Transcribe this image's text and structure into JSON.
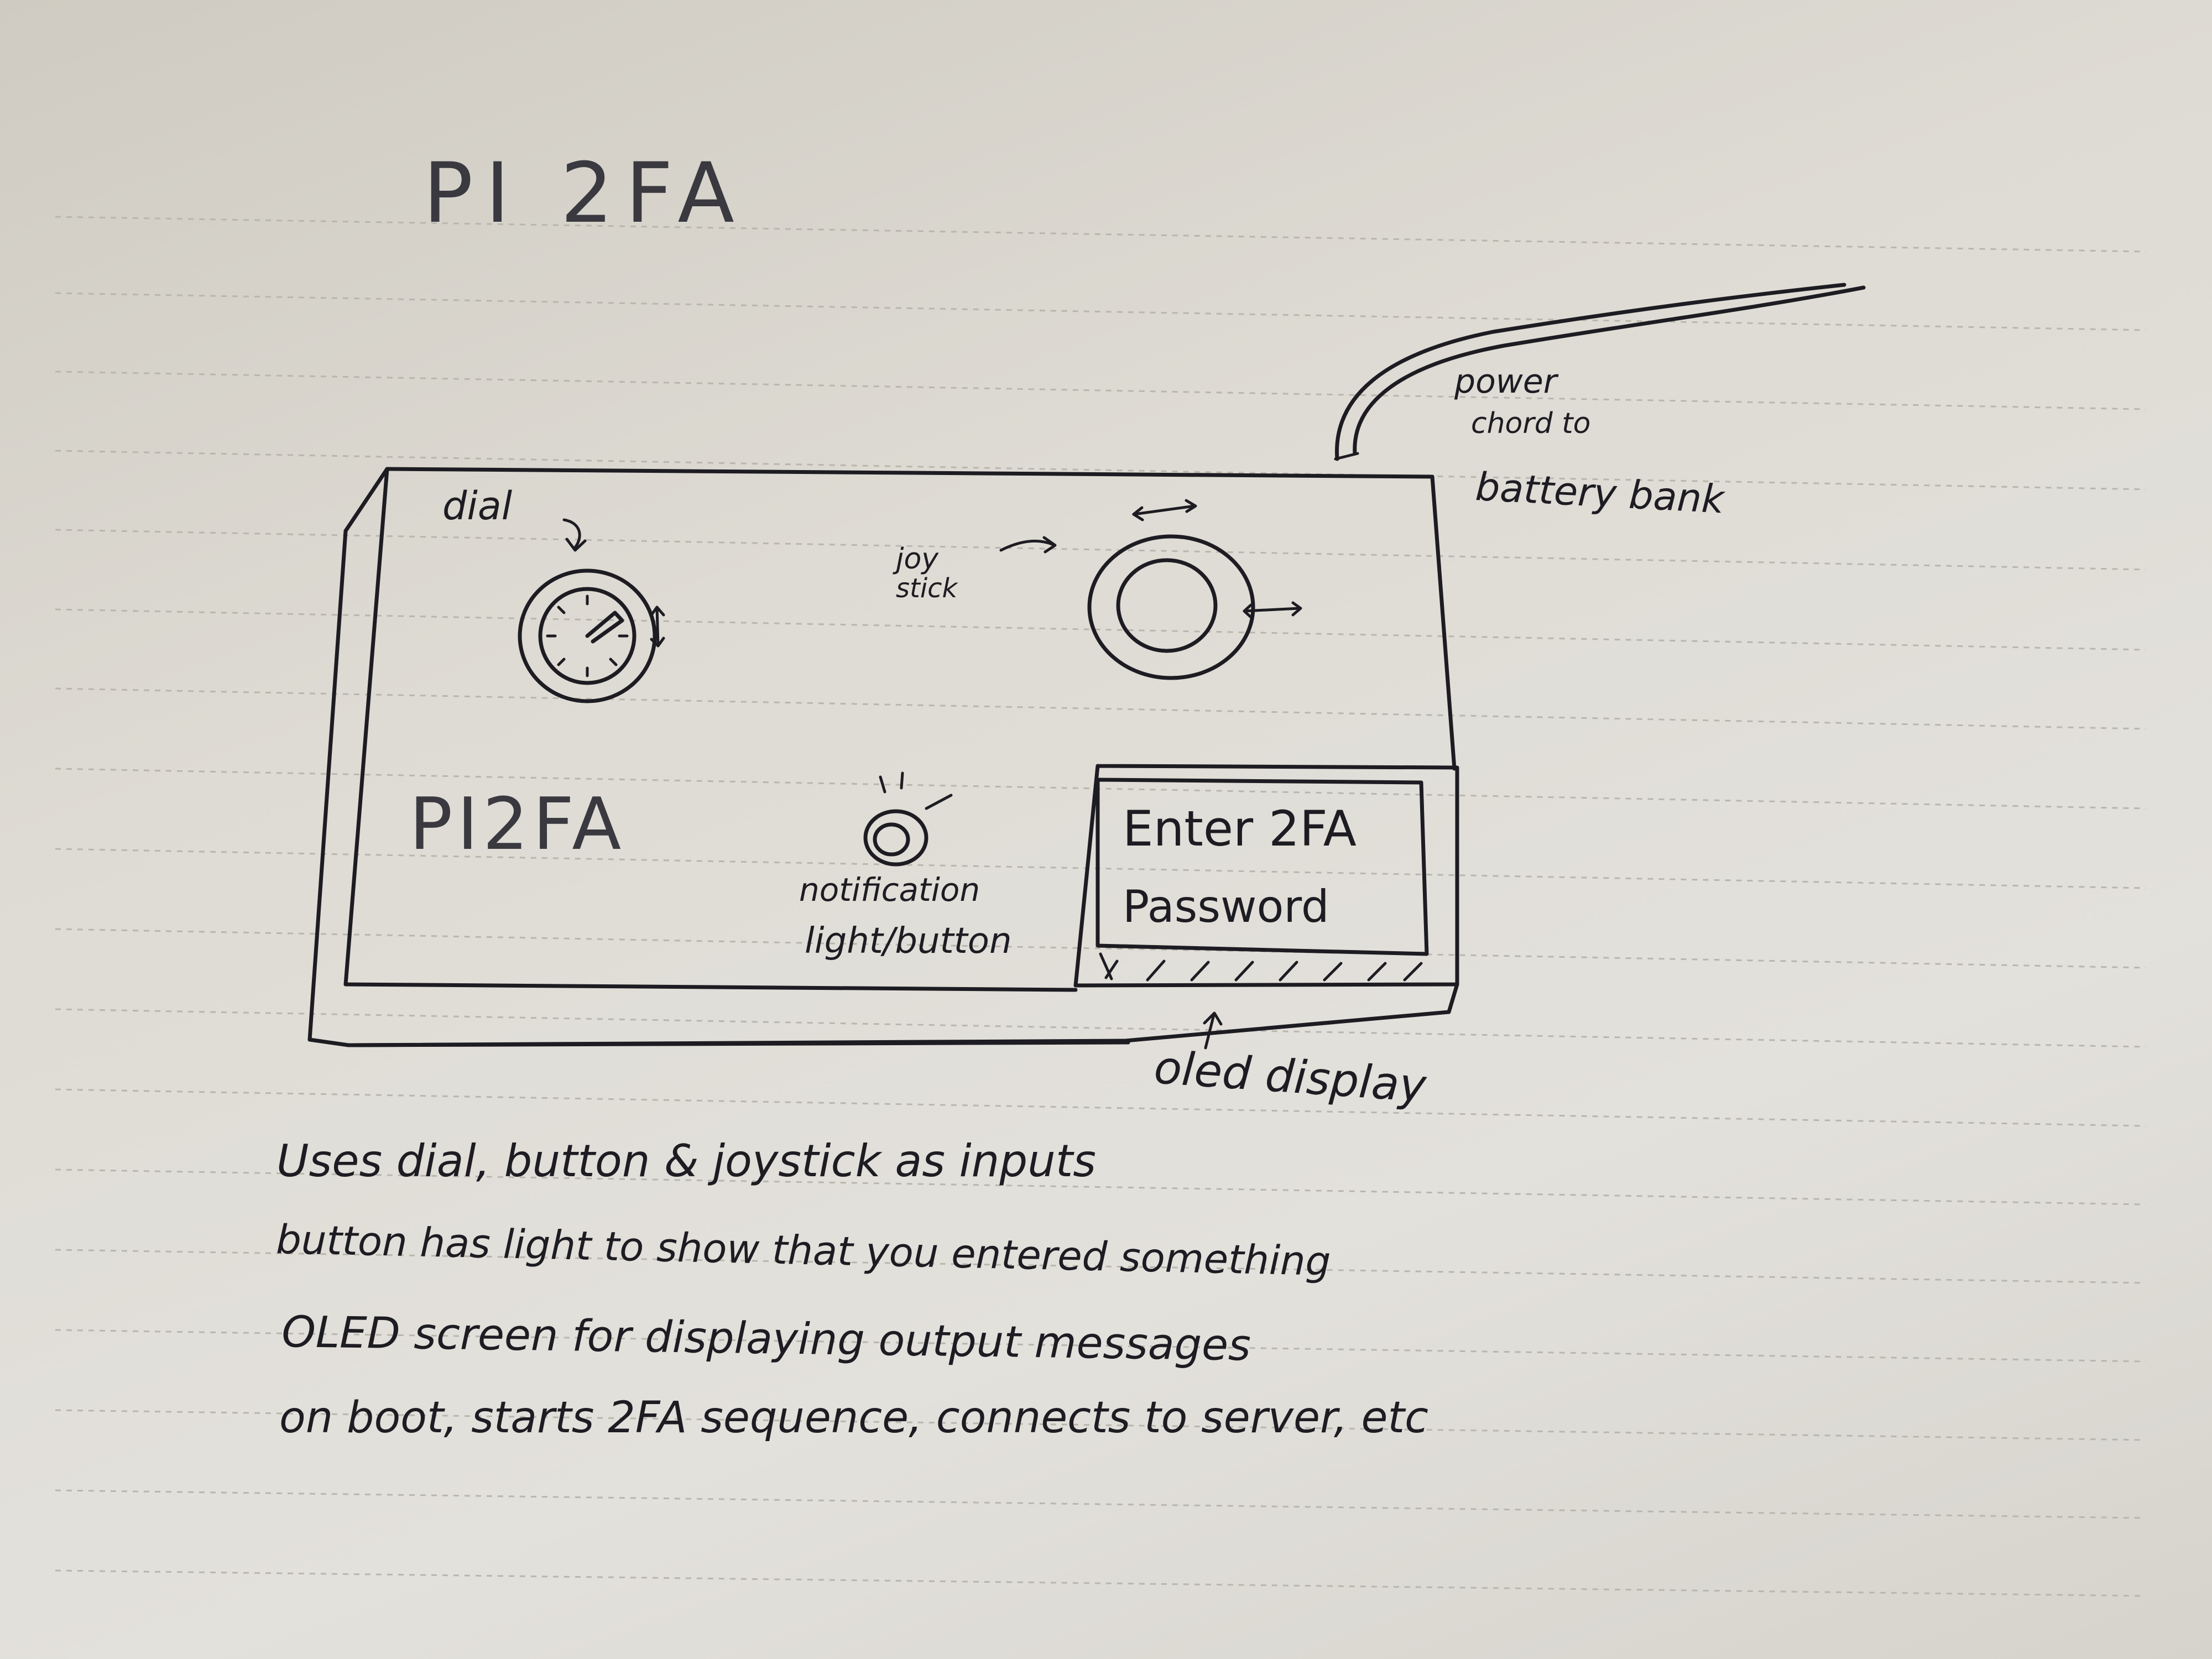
{
  "title": "PI 2FA",
  "device": {
    "brand_text": "PI2FA",
    "screen_line1": "Enter 2FA",
    "screen_line2": "Password"
  },
  "labels": {
    "dial": "dial",
    "joystick_line1": "joy",
    "joystick_line2": "stick",
    "notification_line1": "notification",
    "notification_line2": "light/button",
    "oled": "oled display",
    "power_line1": "power",
    "power_line2": "chord to",
    "power_line3": "battery bank"
  },
  "notes": [
    "Uses dial, button & joystick as inputs",
    "button has light to show that you entered something",
    "OLED screen for displaying output messages",
    "on boot, starts 2FA sequence, connects to server, etc"
  ],
  "colors": {
    "ink": "#1d1c22",
    "paper": "#e0ddd7",
    "rule": "#b9b6ae"
  }
}
